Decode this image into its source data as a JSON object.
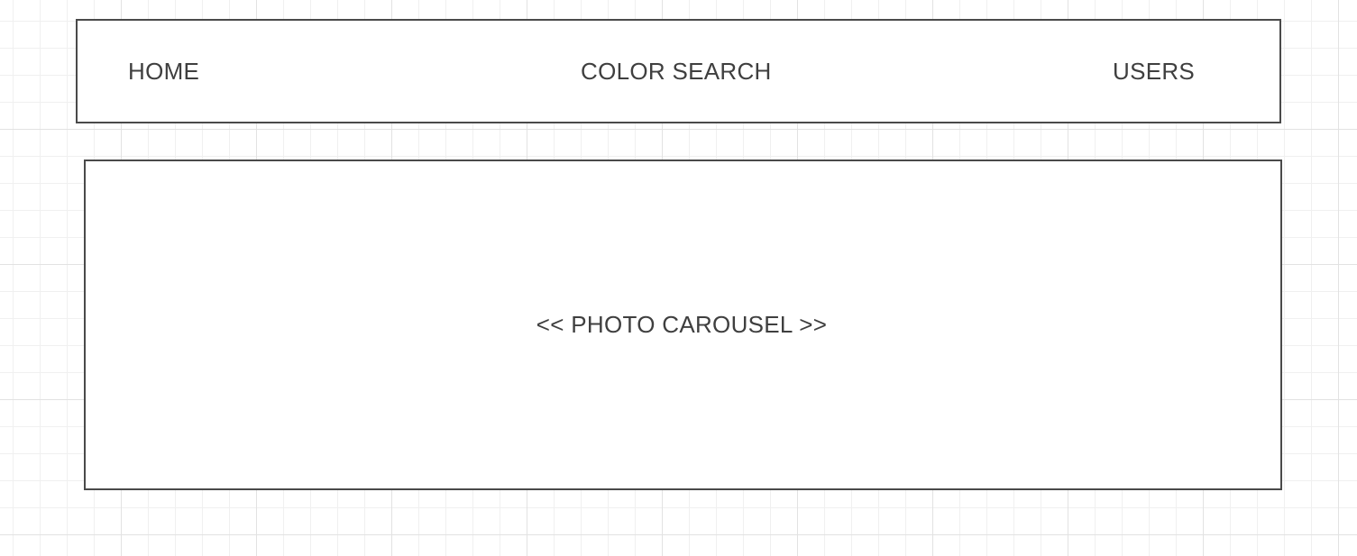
{
  "nav": {
    "items": [
      {
        "label": "HOME"
      },
      {
        "label": "COLOR SEARCH"
      },
      {
        "label": "USERS"
      }
    ]
  },
  "carousel": {
    "label": "<< PHOTO CAROUSEL >>"
  },
  "colors": {
    "border": "#4a4a4a",
    "text": "#3f3f3f",
    "grid_major": "#e2e2e2",
    "grid_minor": "#f0f0f0",
    "background": "#ffffff"
  }
}
